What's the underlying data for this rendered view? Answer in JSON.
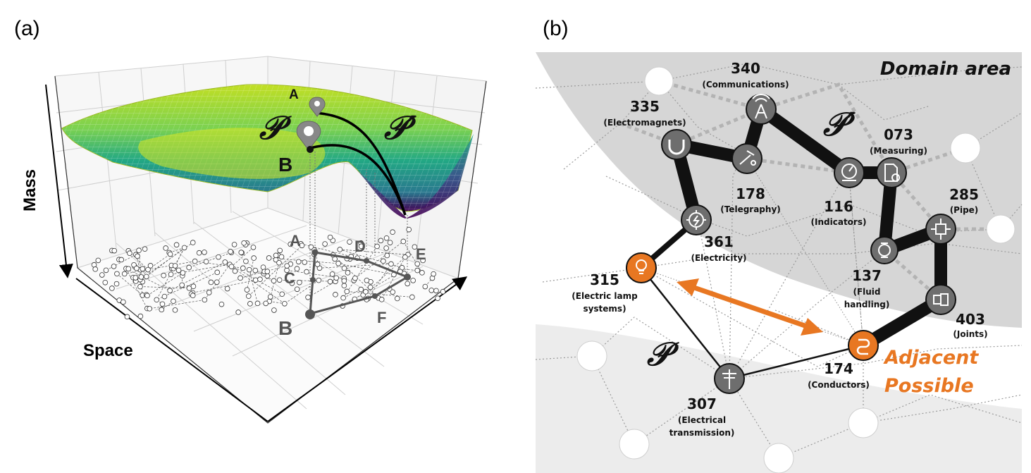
{
  "panel_a": {
    "label": "(a)",
    "y_axis": "Mass",
    "x_axis": "Space",
    "path_points": [
      "A",
      "B",
      "C",
      "D",
      "E",
      "F"
    ],
    "path_labels": {
      "p": "𝒫",
      "p_prime": "𝒫′"
    },
    "surface_points": {
      "a": "A",
      "b": "B"
    }
  },
  "panel_b": {
    "label": "(b)",
    "domain_title": "Domain area",
    "adjacent_line1": "Adjacent",
    "adjacent_line2": "Possible",
    "path_labels": {
      "p": "𝒫",
      "p_prime": "𝒫′"
    },
    "nodes": [
      {
        "code": "340",
        "desc": [
          "(Communications)"
        ],
        "icon": "antenna-icon"
      },
      {
        "code": "335",
        "desc": [
          "(Electromagnets)"
        ],
        "icon": "magnet-icon"
      },
      {
        "code": "178",
        "desc": [
          "(Telegraphy)"
        ],
        "icon": "telegraph-key-icon"
      },
      {
        "code": "116",
        "desc": [
          "(Indicators)"
        ],
        "icon": "gauge-icon"
      },
      {
        "code": "073",
        "desc": [
          "(Measuring)"
        ],
        "icon": "document-check-icon"
      },
      {
        "code": "285",
        "desc": [
          "(Pipe)"
        ],
        "icon": "pipe-fitting-icon"
      },
      {
        "code": "361",
        "desc": [
          "(Electricity)"
        ],
        "icon": "gear-bolt-icon"
      },
      {
        "code": "315",
        "desc": [
          "(Electric lamp",
          "systems)"
        ],
        "icon": "lightbulb-icon"
      },
      {
        "code": "137",
        "desc": [
          "(Fluid",
          "handling)"
        ],
        "icon": "flow-meter-icon"
      },
      {
        "code": "403",
        "desc": [
          "(Joints)"
        ],
        "icon": "joint-icon"
      },
      {
        "code": "174",
        "desc": [
          "(Conductors)"
        ],
        "icon": "conductor-icon"
      },
      {
        "code": "307",
        "desc": [
          "(Electrical",
          "transmission)"
        ],
        "icon": "power-pole-icon"
      }
    ]
  },
  "colors": {
    "adjacent_orange": "#e87722",
    "node_gray": "#6e6e6e",
    "domain_gray": "#d6d6d6",
    "surface_low": "#440154",
    "surface_mid": "#21918c",
    "surface_high": "#d8e219"
  }
}
